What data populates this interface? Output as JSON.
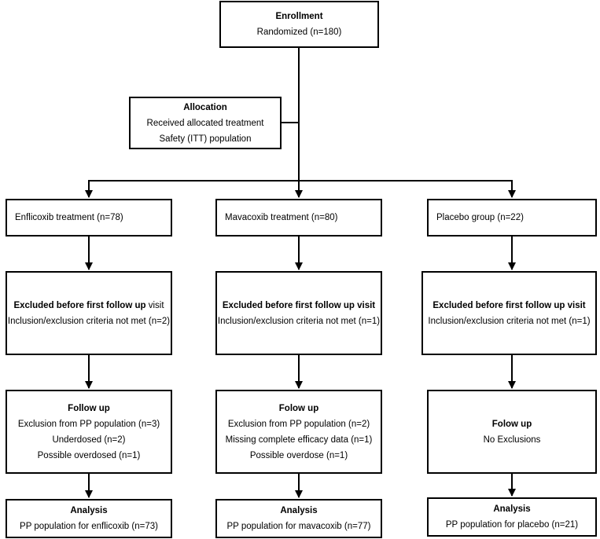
{
  "enrollment": {
    "title": "Enrollment",
    "lines": [
      "Randomized (n=180)"
    ]
  },
  "allocation": {
    "title": "Allocation",
    "lines": [
      "Received allocated treatment",
      "Safety (ITT) population"
    ]
  },
  "groups": [
    {
      "treatment": "Enflicoxib treatment (n=78)",
      "excluded": {
        "title_bold": "Excluded before first follow up",
        "title_normal": " visit",
        "line": "Inclusion/exclusion criteria not met (n=2)"
      },
      "follow_up": {
        "title": "Follow up",
        "lines": [
          "Exclusion from PP population (n=3)",
          "Underdosed (n=2)",
          "Possible overdosed (n=1)"
        ]
      },
      "analysis": {
        "title": "Analysis",
        "line": "PP population for enflicoxib (n=73)"
      }
    },
    {
      "treatment": "Mavacoxib treatment (n=80)",
      "excluded": {
        "title_bold": "Excluded before first follow up visit",
        "title_normal": "",
        "line": "Inclusion/exclusion criteria not met (n=1)"
      },
      "follow_up": {
        "title": "Folow up",
        "lines": [
          "Exclusion from PP population (n=2)",
          "Missing complete efficacy data (n=1)",
          "Possible overdose (n=1)"
        ]
      },
      "analysis": {
        "title": "Analysis",
        "line": "PP population for mavacoxib (n=77)"
      }
    },
    {
      "treatment": "Placebo group (n=22)",
      "excluded": {
        "title_bold": "Excluded before first follow up visit",
        "title_normal": "",
        "line": "Inclusion/exclusion criteria not met (n=1)"
      },
      "follow_up": {
        "title": "Folow up",
        "lines": [
          "No Exclusions"
        ]
      },
      "analysis": {
        "title": "Analysis",
        "line": "PP population for placebo (n=21)"
      }
    }
  ]
}
